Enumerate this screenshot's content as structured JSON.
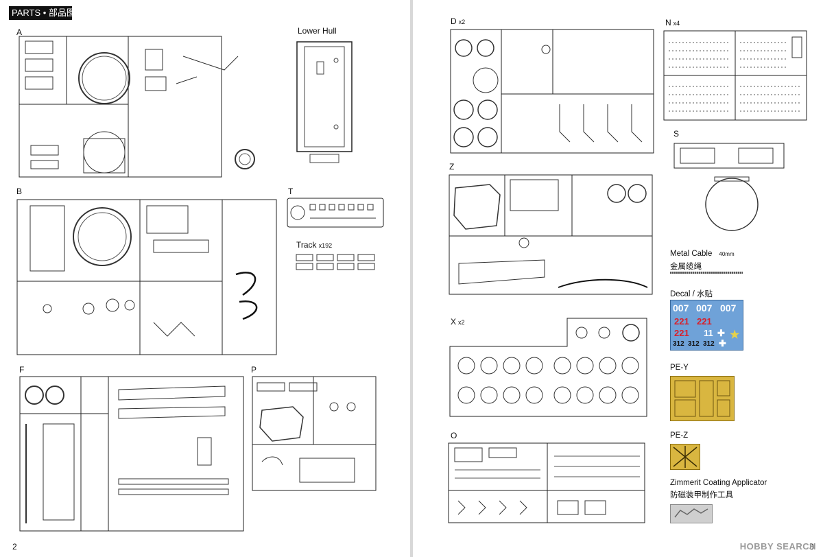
{
  "header": {
    "title": "PARTS • 部品图"
  },
  "sprues": {
    "a": {
      "label": "A",
      "mult": ""
    },
    "b": {
      "label": "B",
      "mult": ""
    },
    "f": {
      "label": "F",
      "mult": ""
    },
    "p": {
      "label": "P",
      "mult": ""
    },
    "t": {
      "label": "T",
      "mult": ""
    },
    "d": {
      "label": "D",
      "mult": "x2"
    },
    "n": {
      "label": "N",
      "mult": "x4"
    },
    "s": {
      "label": "S",
      "mult": ""
    },
    "z": {
      "label": "Z",
      "mult": ""
    },
    "x": {
      "label": "X",
      "mult": "x2"
    },
    "o": {
      "label": "O",
      "mult": ""
    }
  },
  "items": {
    "lower_hull": {
      "label": "Lower Hull"
    },
    "track": {
      "label": "Track",
      "mult": "x192"
    },
    "metal_cable": {
      "label": "Metal Cable",
      "length": "40mm",
      "label_cn": "金属缆绳"
    },
    "decal": {
      "label": "Decal / 水贴"
    },
    "pe_y": {
      "label": "PE-Y"
    },
    "pe_z": {
      "label": "PE-Z"
    },
    "zimmerit": {
      "label": "Zimmerit Coating Applicator",
      "label_cn": "防磁装甲制作工具"
    }
  },
  "decal_marks": {
    "row1": [
      "007",
      "007",
      "007"
    ],
    "row2": [
      "221",
      "221"
    ],
    "row3": [
      "221",
      "11"
    ],
    "row4": [
      "312",
      "312",
      "312"
    ]
  },
  "colors": {
    "decal_blue": "#6fa2d8",
    "decal_red": "#d8202a",
    "decal_white": "#ffffff",
    "photo_etch_gold": "#d9b640",
    "applicator_gray": "#cfcfcf"
  },
  "page_numbers": {
    "left": "2",
    "right": "3"
  },
  "watermark": "HOBBY SEARCH"
}
